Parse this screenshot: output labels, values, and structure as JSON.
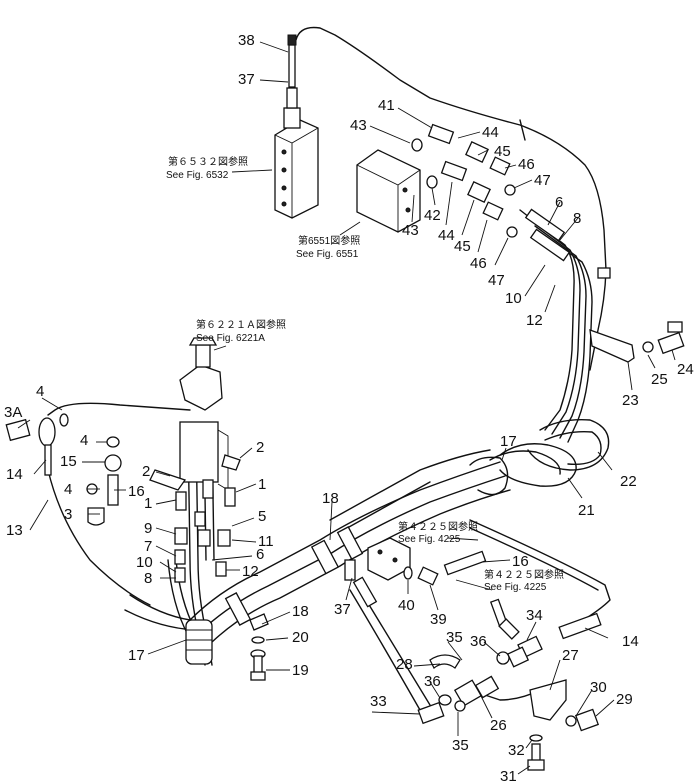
{
  "callouts": [
    {
      "id": "c38",
      "text": "38"
    },
    {
      "id": "c37a",
      "text": "37"
    },
    {
      "id": "c41",
      "text": "41"
    },
    {
      "id": "c43a",
      "text": "43"
    },
    {
      "id": "c44a",
      "text": "44"
    },
    {
      "id": "c45a",
      "text": "45"
    },
    {
      "id": "c46a",
      "text": "46"
    },
    {
      "id": "c47a",
      "text": "47"
    },
    {
      "id": "c6a",
      "text": "6"
    },
    {
      "id": "c8a",
      "text": "8"
    },
    {
      "id": "c42",
      "text": "42"
    },
    {
      "id": "c43b",
      "text": "43"
    },
    {
      "id": "c44b",
      "text": "44"
    },
    {
      "id": "c45b",
      "text": "45"
    },
    {
      "id": "c46b",
      "text": "46"
    },
    {
      "id": "c47b",
      "text": "47"
    },
    {
      "id": "c10a",
      "text": "10"
    },
    {
      "id": "c12a",
      "text": "12"
    },
    {
      "id": "c25",
      "text": "25"
    },
    {
      "id": "c24",
      "text": "24"
    },
    {
      "id": "c23",
      "text": "23"
    },
    {
      "id": "c17a",
      "text": "17"
    },
    {
      "id": "c22",
      "text": "22"
    },
    {
      "id": "c21",
      "text": "21"
    },
    {
      "id": "c3a",
      "text": "3A"
    },
    {
      "id": "c4a",
      "text": "4"
    },
    {
      "id": "c14a",
      "text": "14"
    },
    {
      "id": "c15",
      "text": "15"
    },
    {
      "id": "c4b",
      "text": "4"
    },
    {
      "id": "c4c",
      "text": "4"
    },
    {
      "id": "c16a",
      "text": "16"
    },
    {
      "id": "c3",
      "text": "3"
    },
    {
      "id": "c13",
      "text": "13"
    },
    {
      "id": "c2a",
      "text": "2"
    },
    {
      "id": "c2b",
      "text": "2"
    },
    {
      "id": "c1a",
      "text": "1"
    },
    {
      "id": "c1b",
      "text": "1"
    },
    {
      "id": "c9",
      "text": "9"
    },
    {
      "id": "c7",
      "text": "7"
    },
    {
      "id": "c10b",
      "text": "10"
    },
    {
      "id": "c8b",
      "text": "8"
    },
    {
      "id": "c5",
      "text": "5"
    },
    {
      "id": "c11",
      "text": "11"
    },
    {
      "id": "c6b",
      "text": "6"
    },
    {
      "id": "c12b",
      "text": "12"
    },
    {
      "id": "c18a",
      "text": "18"
    },
    {
      "id": "c16b",
      "text": "16"
    },
    {
      "id": "c37b",
      "text": "37"
    },
    {
      "id": "c40",
      "text": "40"
    },
    {
      "id": "c39",
      "text": "39"
    },
    {
      "id": "c34",
      "text": "34"
    },
    {
      "id": "c14b",
      "text": "14"
    },
    {
      "id": "c17b",
      "text": "17"
    },
    {
      "id": "c18b",
      "text": "18"
    },
    {
      "id": "c20",
      "text": "20"
    },
    {
      "id": "c19",
      "text": "19"
    },
    {
      "id": "c35a",
      "text": "35"
    },
    {
      "id": "c36a",
      "text": "36"
    },
    {
      "id": "c27",
      "text": "27"
    },
    {
      "id": "c28",
      "text": "28"
    },
    {
      "id": "c36b",
      "text": "36"
    },
    {
      "id": "c30",
      "text": "30"
    },
    {
      "id": "c29",
      "text": "29"
    },
    {
      "id": "c33",
      "text": "33"
    },
    {
      "id": "c26",
      "text": "26"
    },
    {
      "id": "c35b",
      "text": "35"
    },
    {
      "id": "c32",
      "text": "32"
    },
    {
      "id": "c31",
      "text": "31"
    }
  ],
  "references": [
    {
      "id": "r6532",
      "jp": "第６５３２図参照",
      "en": "See Fig. 6532"
    },
    {
      "id": "r6551",
      "jp": "第6551図参照",
      "en": "See Fig. 6551"
    },
    {
      "id": "r6221a",
      "jp": "第６２２１Ａ図参照",
      "en": "See Fig. 6221A"
    },
    {
      "id": "r4225a",
      "jp": "第４２２５図参照",
      "en": "See Fig. 4225"
    },
    {
      "id": "r4225b",
      "jp": "第４２２５図参照",
      "en": "See Fig. 4225"
    }
  ]
}
